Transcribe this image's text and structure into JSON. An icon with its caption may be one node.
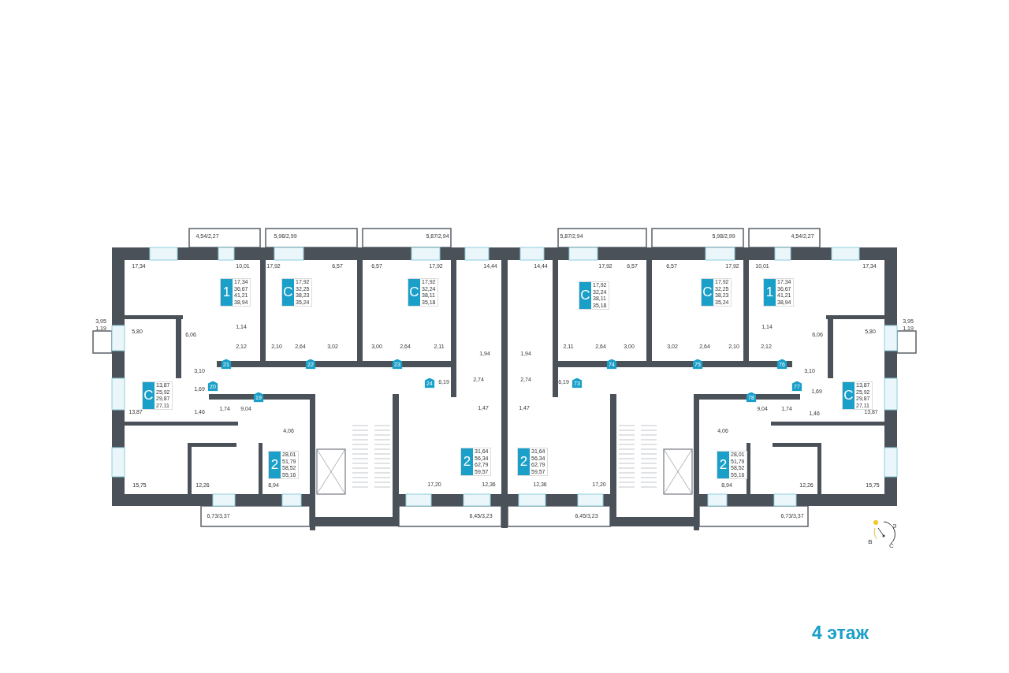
{
  "diagram": {
    "title": "4 этаж",
    "nodes": [
      {
        "text": [
          "1",
          "17,34",
          "36,67",
          "41,21",
          "38,94"
        ]
      },
      {
        "text": [
          "С",
          "17,92",
          "32,25",
          "38,23",
          "35,24"
        ]
      },
      {
        "text": [
          "С",
          "17,92",
          "32,24",
          "38,11",
          "35,18"
        ]
      },
      {
        "text": [
          "С",
          "17,92",
          "32,24",
          "38,11",
          "35,18"
        ]
      },
      {
        "text": [
          "С",
          "17,92",
          "32,25",
          "38,23",
          "35,24"
        ]
      },
      {
        "text": [
          "1",
          "17,34",
          "36,67",
          "41,21",
          "38,94"
        ]
      },
      {
        "text": [
          "С",
          "13,87",
          "25,92",
          "29,87",
          "27,11"
        ]
      },
      {
        "text": [
          "С",
          "13,87",
          "25,92",
          "29,87",
          "27,11"
        ]
      },
      {
        "text": [
          "2",
          "28,01",
          "51,79",
          "58,52",
          "55,16"
        ]
      },
      {
        "text": [
          "2",
          "31,64",
          "56,34",
          "62,79",
          "59,57"
        ]
      },
      {
        "text": [
          "2",
          "31,64",
          "56,34",
          "62,79",
          "59,57"
        ]
      },
      {
        "text": [
          "2",
          "28,01",
          "51,79",
          "58,52",
          "55,16"
        ]
      },
      {
        "text": [
          "21"
        ]
      },
      {
        "text": [
          "22"
        ]
      },
      {
        "text": [
          "23"
        ]
      },
      {
        "text": [
          "74"
        ]
      },
      {
        "text": [
          "75"
        ]
      },
      {
        "text": [
          "76"
        ]
      },
      {
        "text": [
          "20"
        ]
      },
      {
        "text": [
          "24"
        ]
      },
      {
        "text": [
          "73"
        ]
      },
      {
        "text": [
          "77"
        ]
      },
      {
        "text": [
          "19"
        ]
      },
      {
        "text": [
          "78"
        ]
      }
    ],
    "edges": [],
    "labels": [
      "4,54/2,27",
      "5,98/2,99",
      "5,87/2,94",
      "5,87/2,94",
      "5,98/2,99",
      "4,54/2,27",
      "17,34",
      "10,01",
      "17,92",
      "6,57",
      "6,57",
      "17,92",
      "14,44",
      "14,44",
      "17,92",
      "6,57",
      "6,57",
      "17,92",
      "10,01",
      "17,34",
      "3,95",
      "1,19",
      "5,80",
      "6,06",
      "1,14",
      "1,14",
      "6,06",
      "5,80",
      "3,95",
      "1,19",
      "2,12",
      "2,10",
      "2,64",
      "3,02",
      "3,00",
      "2,64",
      "2,11",
      "1,94",
      "1,94",
      "2,11",
      "2,64",
      "3,00",
      "3,02",
      "2,64",
      "2,10",
      "2,12",
      "3,10",
      "1,69",
      "6,19",
      "2,74",
      "2,74",
      "6,19",
      "1,69",
      "3,10",
      "13,87",
      "1,46",
      "1,74",
      "9,04",
      "1,47",
      "1,47",
      "9,04",
      "1,74",
      "1,46",
      "13,87",
      "4,06",
      "4,06",
      "15,75",
      "12,26",
      "8,94",
      "17,20",
      "12,36",
      "12,36",
      "17,20",
      "8,94",
      "12,26",
      "15,75",
      "6,73/3,37",
      "6,45/3,23",
      "6,45/3,23",
      "6,73/3,37",
      "З",
      "В",
      "С"
    ]
  }
}
